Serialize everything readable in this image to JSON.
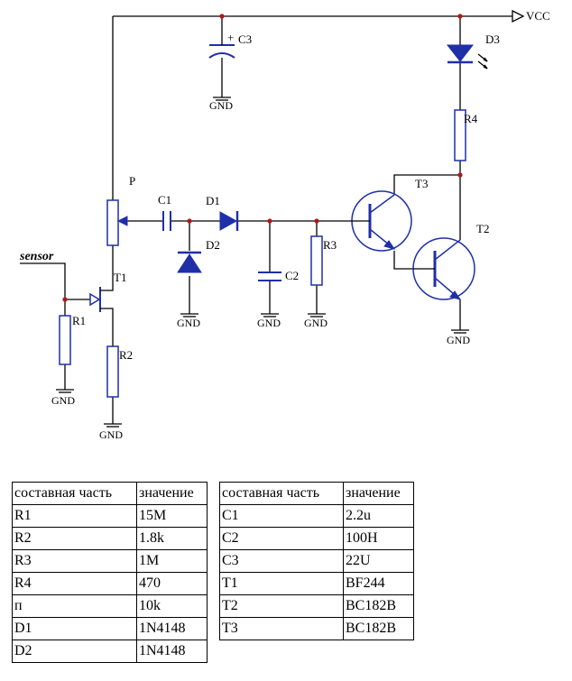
{
  "schematic": {
    "labels": {
      "vcc": "VCC",
      "c3": "C3",
      "c3_plus": "+",
      "d3": "D3",
      "r4": "R4",
      "t3": "T3",
      "t2": "T2",
      "p": "P",
      "c1": "C1",
      "d1": "D1",
      "d2": "D2",
      "r3": "R3",
      "c2": "C2",
      "t1": "T1",
      "r1": "R1",
      "r2": "R2",
      "sensor": "sensor"
    },
    "gnd_label": "GND"
  },
  "tables": {
    "left": {
      "headers": [
        "составная часть",
        "значение"
      ],
      "rows": [
        [
          "R1",
          "15M"
        ],
        [
          "R2",
          "1.8k"
        ],
        [
          "R3",
          "1M"
        ],
        [
          "R4",
          "470"
        ],
        [
          "п",
          "10k"
        ],
        [
          "D1",
          "1N4148"
        ],
        [
          "D2",
          "1N4148"
        ]
      ]
    },
    "right": {
      "headers": [
        "составная часть",
        "значение"
      ],
      "rows": [
        [
          "C1",
          "2.2u"
        ],
        [
          "C2",
          "100H"
        ],
        [
          "C3",
          "22U"
        ],
        [
          "T1",
          "BF244"
        ],
        [
          "T2",
          "BC182B"
        ],
        [
          "T3",
          "BC182B"
        ]
      ]
    }
  }
}
